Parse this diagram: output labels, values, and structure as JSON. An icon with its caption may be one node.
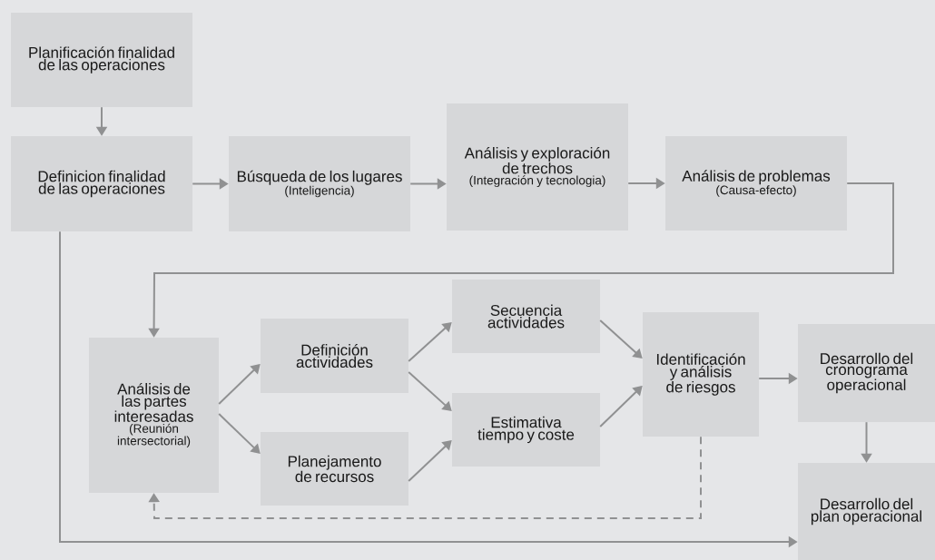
{
  "diagram": {
    "nodes": [
      {
        "text": [
          "Planificación finalidad de las operaciones"
        ]
      },
      {
        "text": [
          "Definicion finalidad de las operaciones"
        ]
      },
      {
        "text": [
          "Búsqueda de los lugares",
          "(Inteligencia)"
        ]
      },
      {
        "text": [
          "Análisis y exploración de trechos",
          "(Integración y tecnologia)"
        ]
      },
      {
        "text": [
          "Análisis de problemas",
          "(Causa-efecto)"
        ]
      },
      {
        "text": [
          "Análisis de las partes interesadas",
          "(Reunión intersectorial)"
        ]
      },
      {
        "text": [
          "Definición actividades"
        ]
      },
      {
        "text": [
          "Planejamento de recursos"
        ]
      },
      {
        "text": [
          "Secuencia actividades"
        ]
      },
      {
        "text": [
          "Estimativa tiempo y coste"
        ]
      },
      {
        "text": [
          "Identificación y análisis de riesgos"
        ]
      },
      {
        "text": [
          "Desarrollo del cronograma operacional"
        ]
      },
      {
        "text": [
          "Desarrollo del plan operacional"
        ]
      }
    ],
    "edges": [
      {
        "from": 0,
        "to": 1,
        "arrow": "to"
      },
      {
        "from": 1,
        "to": 2,
        "arrow": "to"
      },
      {
        "from": 2,
        "to": 3,
        "arrow": "to"
      },
      {
        "from": 3,
        "to": 4,
        "arrow": "to"
      },
      {
        "from": 4,
        "to": 5,
        "arrow": "to"
      },
      {
        "from": 5,
        "to": 6,
        "arrow": "to"
      },
      {
        "from": 5,
        "to": 7,
        "arrow": "to"
      },
      {
        "from": 6,
        "to": 8,
        "arrow": "to"
      },
      {
        "from": 6,
        "to": 9,
        "arrow": "to"
      },
      {
        "from": 7,
        "to": 9,
        "arrow": "to"
      },
      {
        "from": 8,
        "to": 10,
        "arrow": "to"
      },
      {
        "from": 9,
        "to": 10,
        "arrow": "to"
      },
      {
        "from": 10,
        "to": 11,
        "arrow": "to"
      },
      {
        "from": 11,
        "to": 12,
        "arrow": "to"
      },
      {
        "from": 10,
        "to": 5,
        "arrow": "to",
        "style": "dashed"
      },
      {
        "from": 1,
        "to": 12,
        "arrow": "to"
      }
    ]
  }
}
